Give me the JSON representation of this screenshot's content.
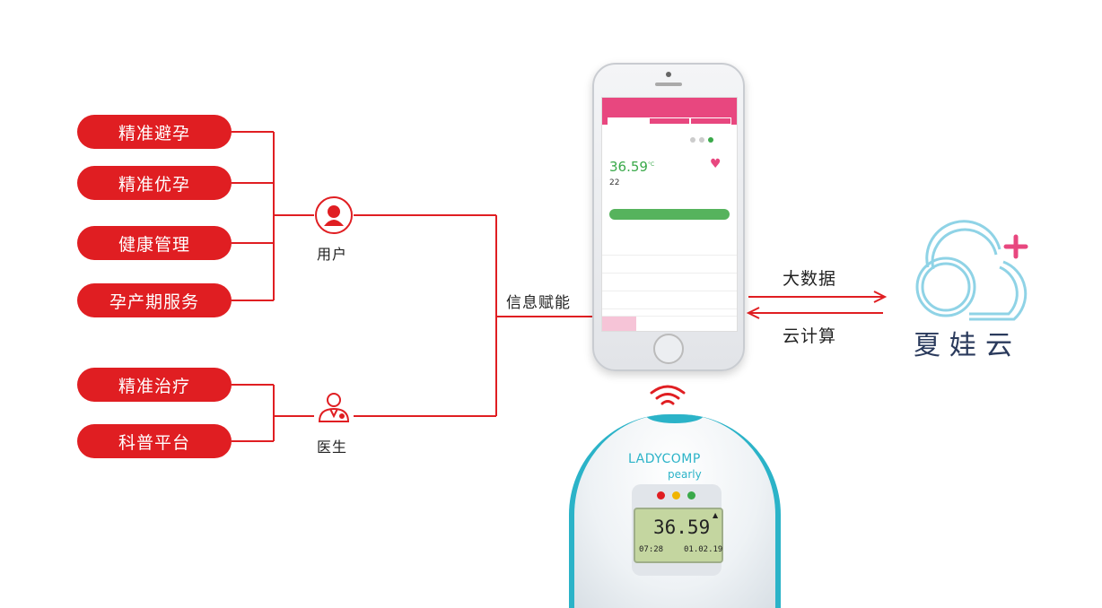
{
  "services": [
    {
      "id": "contraception",
      "label": "精准避孕"
    },
    {
      "id": "conception",
      "label": "精准优孕"
    },
    {
      "id": "health",
      "label": "健康管理"
    },
    {
      "id": "pregnancy",
      "label": "孕产期服务"
    },
    {
      "id": "treatment",
      "label": "精准治疗"
    },
    {
      "id": "science",
      "label": "科普平台"
    }
  ],
  "roles": {
    "user": "用户",
    "doctor": "医生"
  },
  "middle_label": "信息赋能",
  "arrows": {
    "to_cloud": "大数据",
    "from_cloud": "云计算"
  },
  "cloud": {
    "name": "夏娃云"
  },
  "phone_screen": {
    "temperature": "36.59",
    "temperature_unit": "°C",
    "days": "22"
  },
  "device": {
    "brand": "LADYCOMP",
    "model": "pearly",
    "lcd_temperature": "36.59",
    "lcd_time": "07:28",
    "lcd_date": "01.02.19"
  },
  "colors": {
    "accent_red": "#e01e22",
    "app_pink": "#e8477f",
    "app_green": "#3aa94a",
    "device_teal": "#2bb3c8",
    "cloud_blue": "#8fd3e6",
    "cloud_plus": "#e8477f",
    "text_dark": "#222222"
  }
}
